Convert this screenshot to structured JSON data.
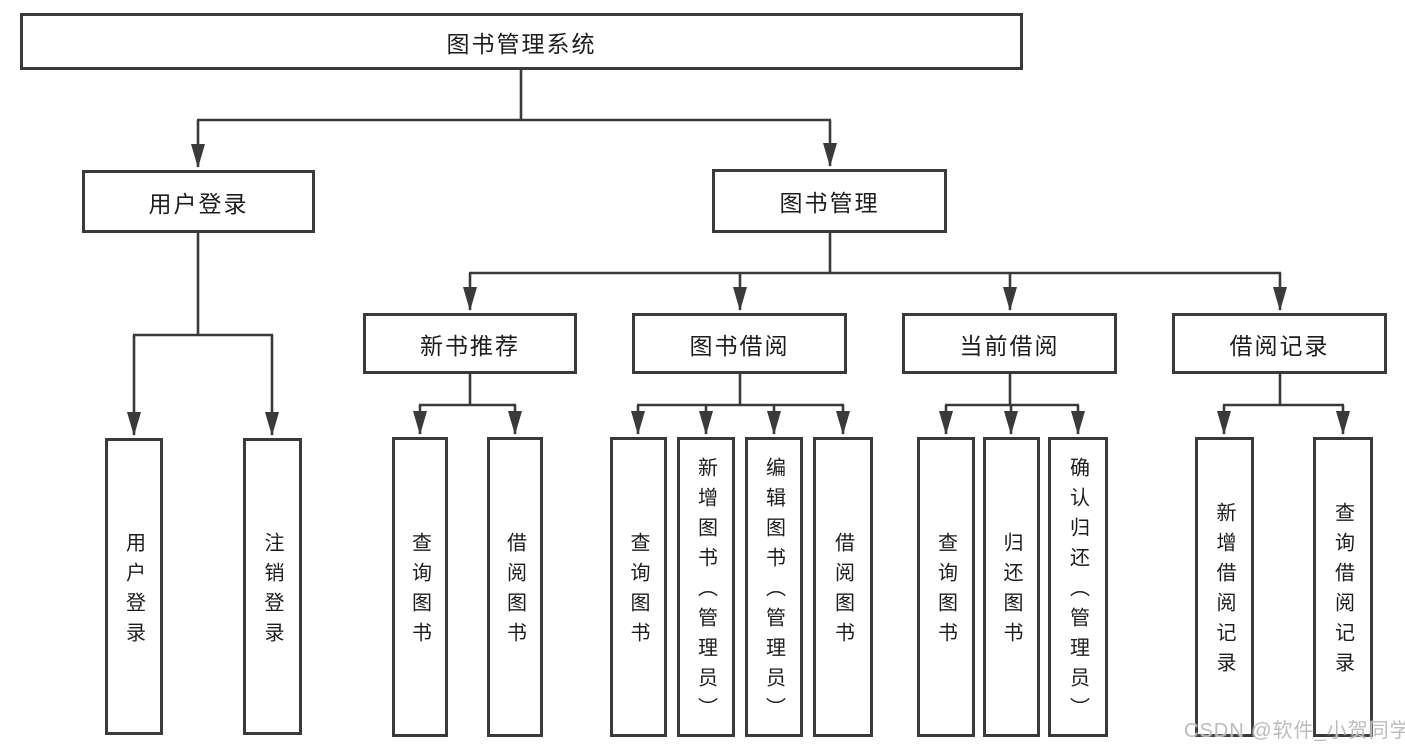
{
  "title": "图书管理系统",
  "watermark": "CSDN @软件_小贺同学",
  "colors": {
    "line": "#3a3a3c",
    "text": "#1d1d1f",
    "background": "#ffffff",
    "watermark": "#bcbcbc"
  },
  "tree": {
    "label": "图书管理系统",
    "children": [
      {
        "label": "用户登录",
        "children": [
          {
            "label": "用户登录"
          },
          {
            "label": "注销登录"
          }
        ]
      },
      {
        "label": "图书管理",
        "children": [
          {
            "label": "新书推荐",
            "children": [
              {
                "label": "查询图书"
              },
              {
                "label": "借阅图书"
              }
            ]
          },
          {
            "label": "图书借阅",
            "children": [
              {
                "label": "查询图书"
              },
              {
                "label": "新增图书（管理员）"
              },
              {
                "label": "编辑图书（管理员）"
              },
              {
                "label": "借阅图书"
              }
            ]
          },
          {
            "label": "当前借阅",
            "children": [
              {
                "label": "查询图书"
              },
              {
                "label": "归还图书"
              },
              {
                "label": "确认归还（管理员）"
              }
            ]
          },
          {
            "label": "借阅记录",
            "children": [
              {
                "label": "新增借阅记录"
              },
              {
                "label": "查询借阅记录"
              }
            ]
          }
        ]
      }
    ]
  }
}
